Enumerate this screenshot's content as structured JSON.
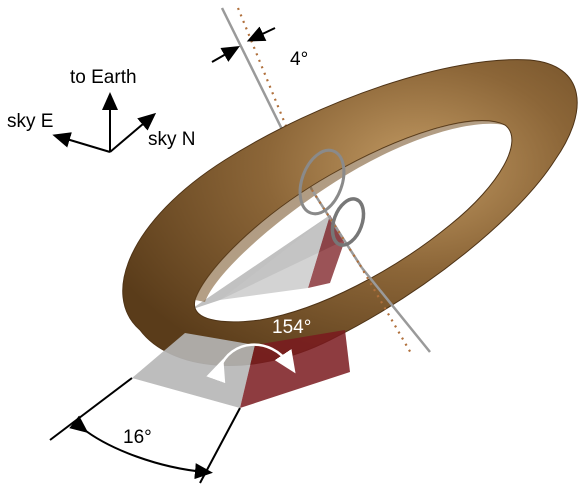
{
  "axes": {
    "up_label": "to Earth",
    "left_label": "sky E",
    "right_label": "sky N"
  },
  "angles": {
    "tilt": "4°",
    "opening": "154°",
    "width": "16°"
  },
  "colors": {
    "torus_dark": "#5e3f1c",
    "torus_mid": "#8c6638",
    "torus_light": "#b8935f",
    "gray_wedge": "#b6b6b6",
    "red_wedge": "#7a1a1f",
    "axis_line": "#9a9a9a",
    "dotted_axis": "#b0703c"
  }
}
